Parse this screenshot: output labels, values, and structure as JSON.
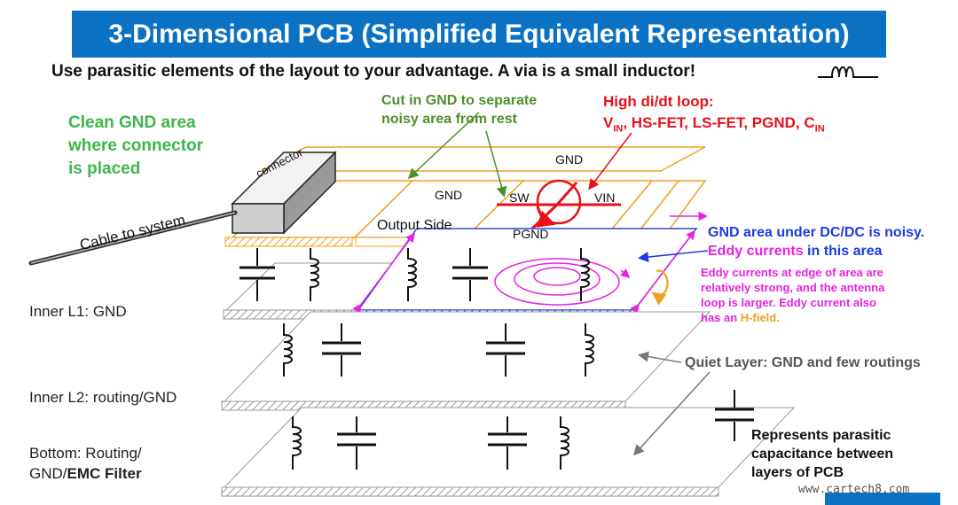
{
  "title": "3-Dimensional PCB (Simplified Equivalent Representation)",
  "subtitle": "Use parasitic elements of the layout to your advantage. A via is a small inductor!",
  "colors": {
    "banner": "#0b71c2",
    "clean_gnd": "#3cb64a",
    "cut_gnd": "#4e8f2b",
    "high_didt": "#e8101c",
    "noisy_gnd": "#1c3ce0",
    "eddy": "#e623e0",
    "copper_edge": "#f0a023",
    "quiet": "#555555"
  },
  "labels": {
    "clean_gnd": [
      "Clean GND area",
      "where connector",
      "is placed"
    ],
    "cut_gnd": [
      "Cut in GND to separate",
      "noisy area from rest"
    ],
    "high_didt_line1": "High di/dt loop:",
    "high_didt_line2": {
      "v": "V",
      "v_sub": "IN",
      "middle": ", HS-FET, LS-FET, PGND, C",
      "c_sub": "IN"
    },
    "connector": "connector",
    "cable": "Cable to system",
    "gnd_top": "GND",
    "gnd_left": "GND",
    "output_side": "Output Side",
    "sw": "SW",
    "vin": "VIN",
    "pgnd": "PGND",
    "noisy_gnd": "GND area under DC/DC is noisy.",
    "eddy_title_prefix": "Eddy currents",
    "eddy_title_suffix": " in this area",
    "eddy_edge": [
      "Eddy currents at edge of area are",
      "relatively strong, and the antenna",
      "loop is larger. Eddy current also"
    ],
    "eddy_edge_last_prefix": "has an ",
    "eddy_edge_last_highlight": "H-field.",
    "quiet_layer": "Quiet Layer: GND and few routings",
    "inner_l1": "Inner L1: GND",
    "inner_l2": "Inner L2: routing/GND",
    "bottom_line1": "Bottom: Routing/",
    "bottom_line2_prefix": "GND/",
    "bottom_line2_bold": "EMC Filter",
    "represents": [
      "Represents parasitic",
      "capacitance between",
      "layers of PCB"
    ],
    "watermark": "www.cartech8.com"
  }
}
